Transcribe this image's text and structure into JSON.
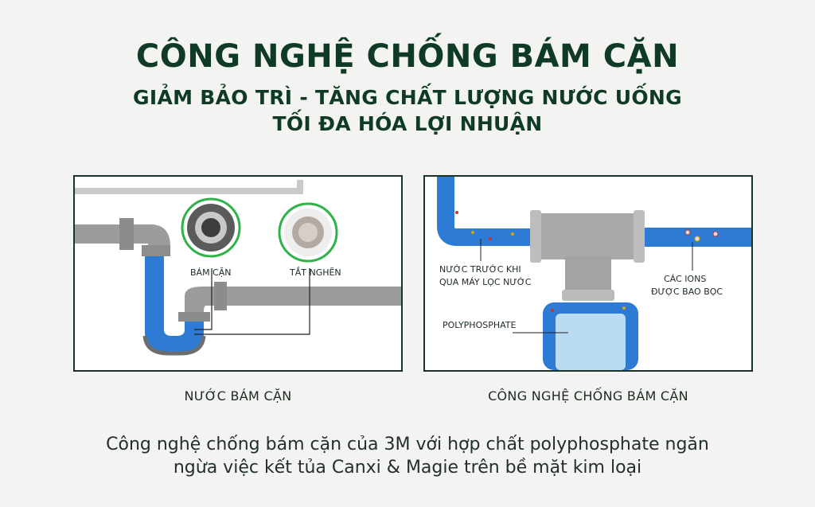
{
  "header": {
    "title": "CÔNG NGHỆ CHỐNG BÁM CẶN",
    "subtitle_line1": "GIẢM BẢO TRÌ -  TĂNG CHẤT LƯỢNG NƯỚC UỐNG",
    "subtitle_line2": "TỐI ĐA HÓA LỢI NHUẬN"
  },
  "left_panel": {
    "labels": {
      "scale": "BÁM CẶN",
      "clog": "TẮT NGHẼN"
    },
    "caption": "NƯỚC BÁM CẶN"
  },
  "right_panel": {
    "labels": {
      "water_before_line1": "NƯỚC TRƯỚC KHI",
      "water_before_line2": "QUA MÁY LỌC NƯỚC",
      "ions_line1": "CÁC IONS",
      "ions_line2": "ĐƯỢC BAO BỌC",
      "polyphosphate": "POLYPHOSPHATE"
    },
    "caption": "CÔNG NGHỆ CHỐNG BÁM CẶN"
  },
  "description": {
    "line1": "Công nghệ chống bám cặn của 3M với hợp chất polyphosphate ngăn",
    "line2": "ngừa việc kết tủa Canxi & Magie trên bề mặt kim loại"
  },
  "colors": {
    "brand_green": "#0f3b26",
    "water_blue": "#2e7bd6",
    "pipe_gray": "#9a9a9a",
    "ring_green": "#2db34a"
  }
}
